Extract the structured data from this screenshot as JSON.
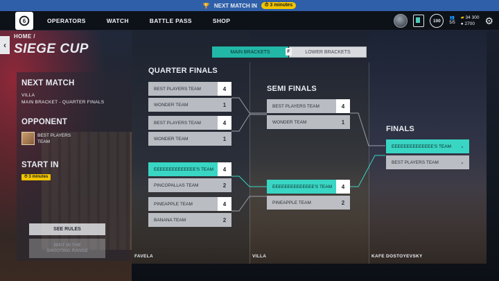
{
  "notification": {
    "text": "NEXT MATCH IN",
    "time": "3 minutes"
  },
  "nav": {
    "items": [
      "OPERATORS",
      "WATCH",
      "BATTLE PASS",
      "SHOP"
    ],
    "level": "100",
    "party": {
      "count": "5/5"
    },
    "currency": {
      "renown": "34 300",
      "credits": "2700"
    }
  },
  "page": {
    "breadcrumb": "HOME /",
    "title": "SIEGE CUP"
  },
  "next_match": {
    "heading": "NEXT MATCH",
    "map": "VILLA",
    "stage": "MAIN BRACKET - QUARTER FINALS"
  },
  "opponent": {
    "heading": "OPPONENT",
    "name_line1": "BEST PLAYERS",
    "name_line2": "TEAM"
  },
  "start": {
    "heading": "START IN",
    "time": "3 minutes"
  },
  "buttons": {
    "rules": "SEE RULES",
    "range_line1": "WAIT IN THE",
    "range_line2": "SHOOTING RANGE"
  },
  "toggle": {
    "main": "MAIN BRACKETS",
    "key": "F",
    "lower": "LOWER BRACKETS"
  },
  "rounds": {
    "quarter": {
      "title": "QUARTER FINALS",
      "matches": [
        [
          {
            "team": "BEST PLAYERS TEAM",
            "score": "4"
          },
          {
            "team": "WONDER TEAM",
            "score": "1"
          }
        ],
        [
          {
            "team": "BEST PLAYERS TEAM",
            "score": "4"
          },
          {
            "team": "WONDER TEAM",
            "score": "1"
          }
        ],
        [
          {
            "team": "EEEEEEEEEEEEEE'S TEAM",
            "score": "4"
          },
          {
            "team": "PINCOPALLAS TEAM",
            "score": "2"
          }
        ],
        [
          {
            "team": "PINEAPPLE TEAM",
            "score": "4"
          },
          {
            "team": "BANANA TEAM",
            "score": "2"
          }
        ]
      ]
    },
    "semi": {
      "title": "SEMI FINALS",
      "matches": [
        [
          {
            "team": "BEST PLAYERS TEAM",
            "score": "4"
          },
          {
            "team": "WONDER TEAM",
            "score": "1"
          }
        ],
        [
          {
            "team": "EEEEEEEEEEEEEE'S TEAM",
            "score": "4"
          },
          {
            "team": "PINEAPPLE TEAM",
            "score": "2"
          }
        ]
      ]
    },
    "final": {
      "title": "FINALS",
      "matches": [
        [
          {
            "team": "EEEEEEEEEEEEEE'S TEAM",
            "score": "-"
          },
          {
            "team": "BEST PLAYERS TEAM",
            "score": "-"
          }
        ]
      ]
    }
  },
  "maps": [
    "FAVELA",
    "VILLA",
    "KAFE DOSTOYEVSKY"
  ],
  "colors": {
    "accent": "#39d6c4",
    "timer": "#f1c400",
    "notification": "#2f5fa8"
  }
}
